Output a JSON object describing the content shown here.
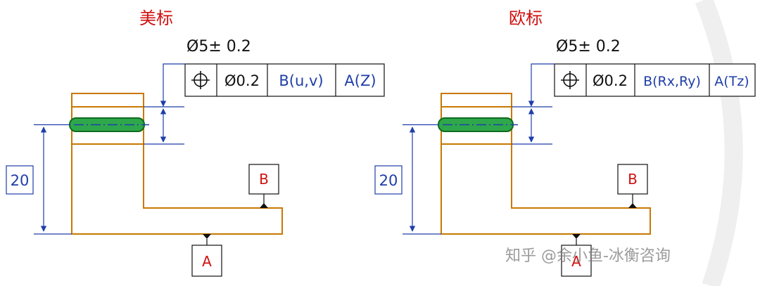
{
  "colors": {
    "part_outline": "#C87800",
    "dimension": "#1F3EA8",
    "datum_text": "#D01010",
    "title_text": "#D01010",
    "pin_fill": "#2EA84A",
    "pin_stroke": "#0E6B1E",
    "frame_text": "#1F3EA8",
    "black": "#111111"
  },
  "left_panel": {
    "title": "美标",
    "hole_callout": "Ø5± 0.2",
    "fcf": {
      "symbol_icon": "position-symbol-icon",
      "tolerance": "Ø0.2",
      "datum_b": "B(u,v)",
      "datum_a": "A(Z)"
    },
    "basic_dim": "20",
    "datum_a": "A",
    "datum_b": "B"
  },
  "right_panel": {
    "title": "欧标",
    "hole_callout": "Ø5± 0.2",
    "fcf": {
      "symbol_icon": "position-symbol-icon",
      "tolerance": "Ø0.2",
      "datum_b": "B(Rx,Ry)",
      "datum_a": "A(Tz)"
    },
    "basic_dim": "20",
    "datum_a": "A",
    "datum_b": "B"
  },
  "watermark": "知乎 @余小鱼-冰衡咨询"
}
